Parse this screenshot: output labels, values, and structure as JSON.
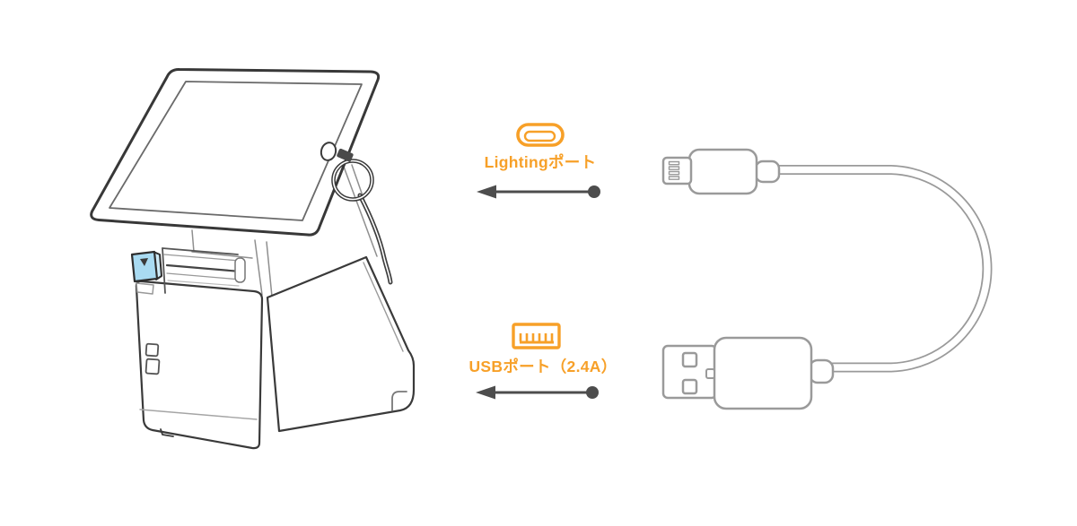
{
  "diagram": {
    "title": "tablet-printer-port-and-cable-diagram",
    "callouts": {
      "lightning": {
        "label": "Lightingポート",
        "icon": "lightning-port-icon",
        "arrow": "arrow-pointing-left"
      },
      "usb": {
        "label": "USBポート（2.4A）",
        "icon": "usb-port-icon",
        "arrow": "arrow-pointing-left"
      }
    },
    "illustrations": {
      "device": "ipad-on-pos-printer-stand",
      "cable": "lightning-to-usb-cable"
    },
    "colors": {
      "accent_orange": "#F7A028",
      "arrow_gray": "#4D4D4D",
      "cable_gray": "#9A9A9A",
      "device_outline": "#3A3A3A",
      "lever_blue": "#A9DBF2",
      "background": "#FFFFFF"
    }
  }
}
